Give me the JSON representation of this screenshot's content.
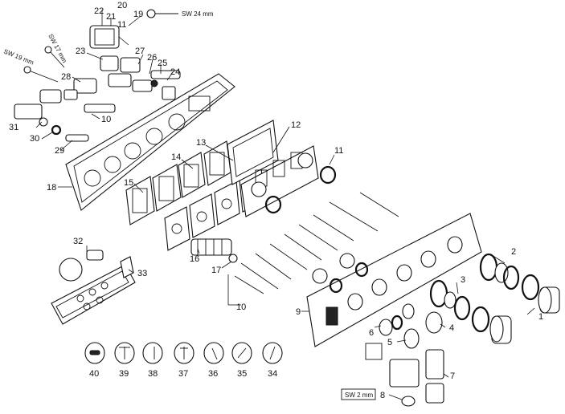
{
  "labels": {
    "n1": "1",
    "n2": "2",
    "n3": "3",
    "n4": "4",
    "n5": "5",
    "n6": "6",
    "n7": "7",
    "n8": "8",
    "n9": "9",
    "n10a": "10",
    "n10b": "10",
    "n11a": "11",
    "n11b": "11",
    "n12": "12",
    "n13": "13",
    "n14": "14",
    "n15": "15",
    "n16": "16",
    "n17": "17",
    "n18": "18",
    "n19": "19",
    "n20": "20",
    "n21": "21",
    "n22": "22",
    "n23": "23",
    "n24": "24",
    "n25": "25",
    "n26": "26",
    "n27": "27",
    "n28": "28",
    "n29": "29",
    "n30": "30",
    "n31": "31",
    "n32": "32",
    "n33": "33",
    "n34": "34",
    "n35": "35",
    "n36": "36",
    "n37": "37",
    "n38": "38",
    "n39": "39",
    "n40": "40"
  },
  "tools": {
    "sw24": "SW 24 mm",
    "sw17": "SW 17 mm",
    "sw19": "SW 19 mm",
    "sw2": "SW 2 mm"
  }
}
